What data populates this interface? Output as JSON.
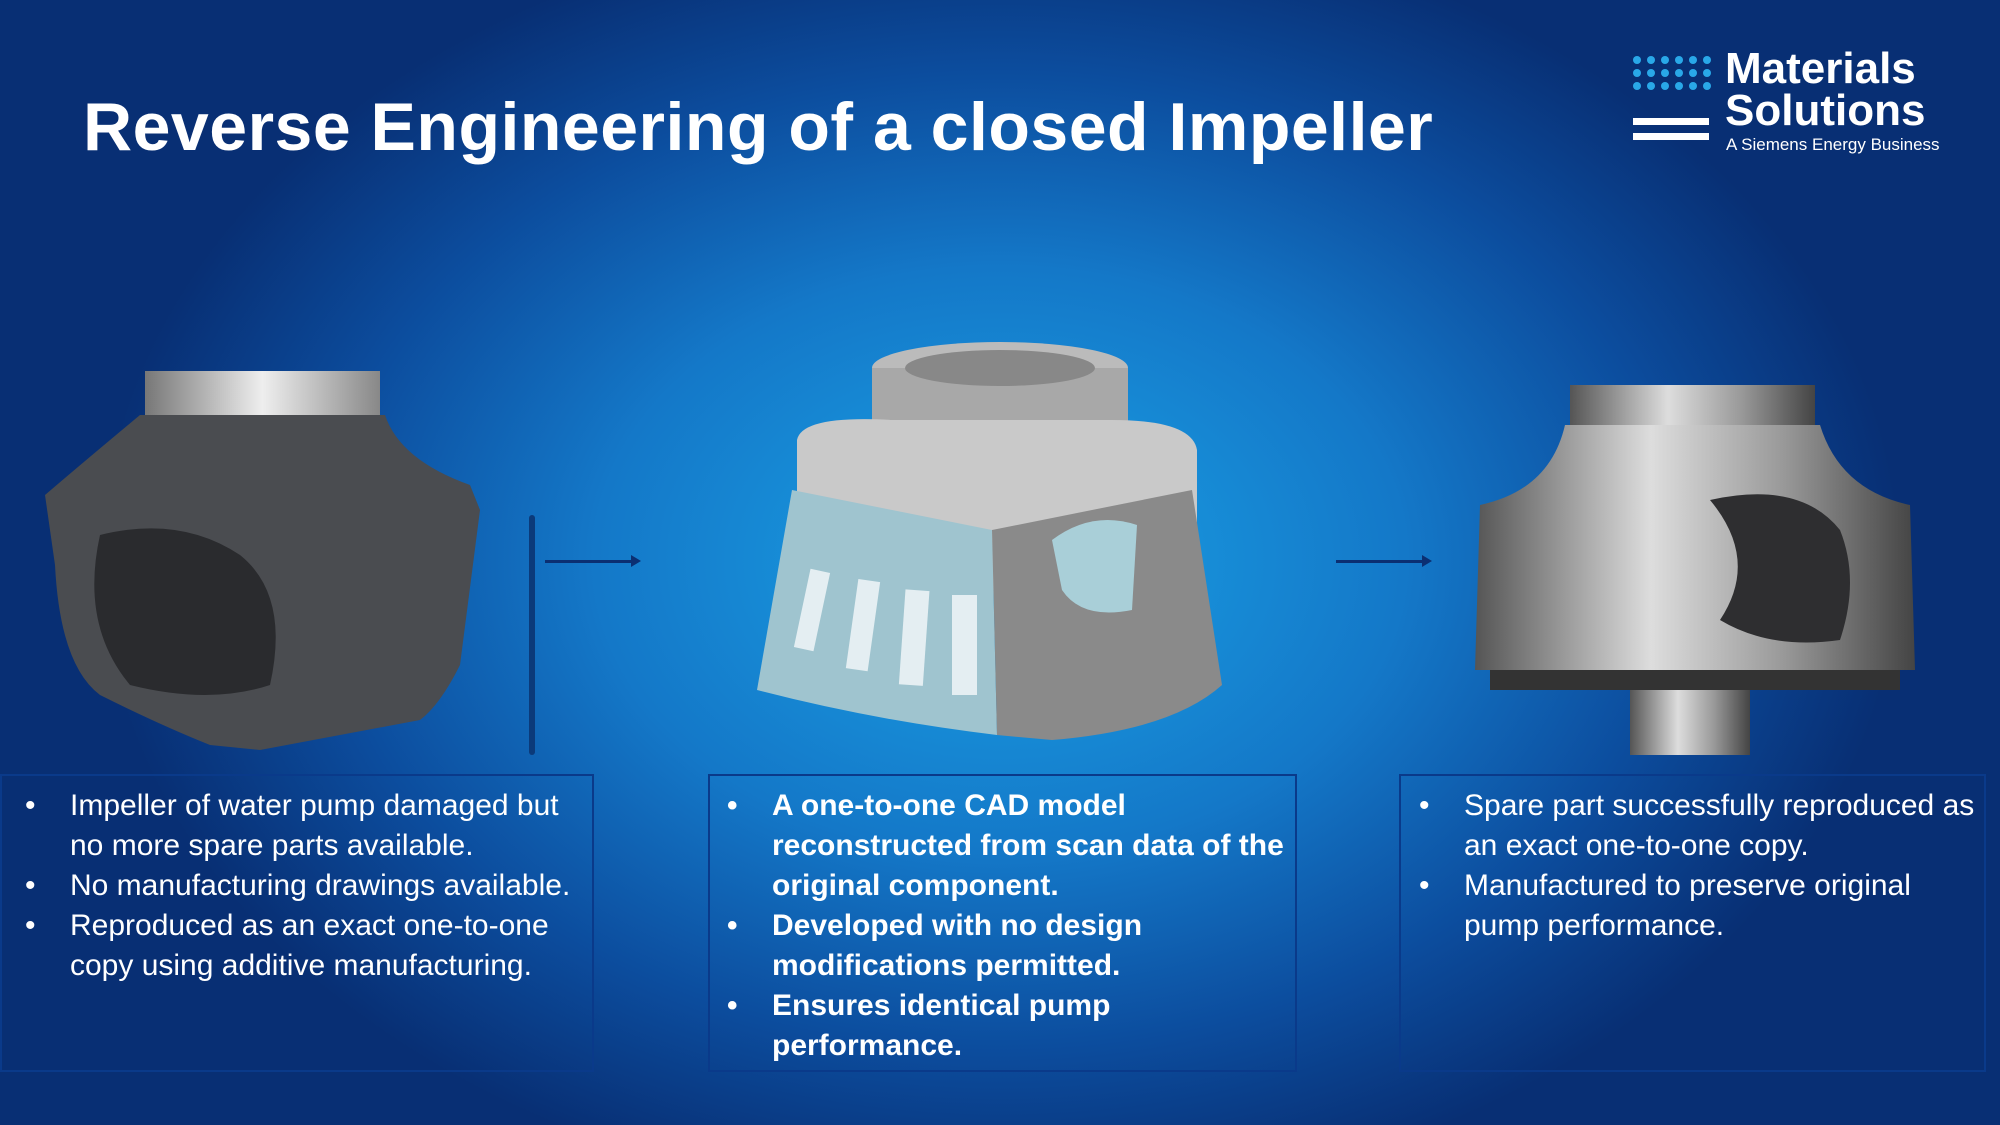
{
  "title": "Reverse Engineering of a closed Impeller",
  "logo": {
    "line1": "Materials",
    "line2": "Solutions",
    "tagline": "A Siemens Energy Business"
  },
  "panels": [
    {
      "bullets": [
        "Impeller of water pump damaged but no more spare parts available.",
        "No manufacturing drawings available.",
        "Reproduced as an exact one-to-one copy using additive manufacturing."
      ]
    },
    {
      "bullets": [
        "A one-to-one CAD model reconstructed from scan data of the original component.",
        "Developed with no design modifications permitted.",
        "Ensures identical pump performance."
      ]
    },
    {
      "bullets": [
        "Spare part successfully reproduced as an exact one-to-one copy.",
        "Manufactured to preserve original pump performance."
      ]
    }
  ]
}
